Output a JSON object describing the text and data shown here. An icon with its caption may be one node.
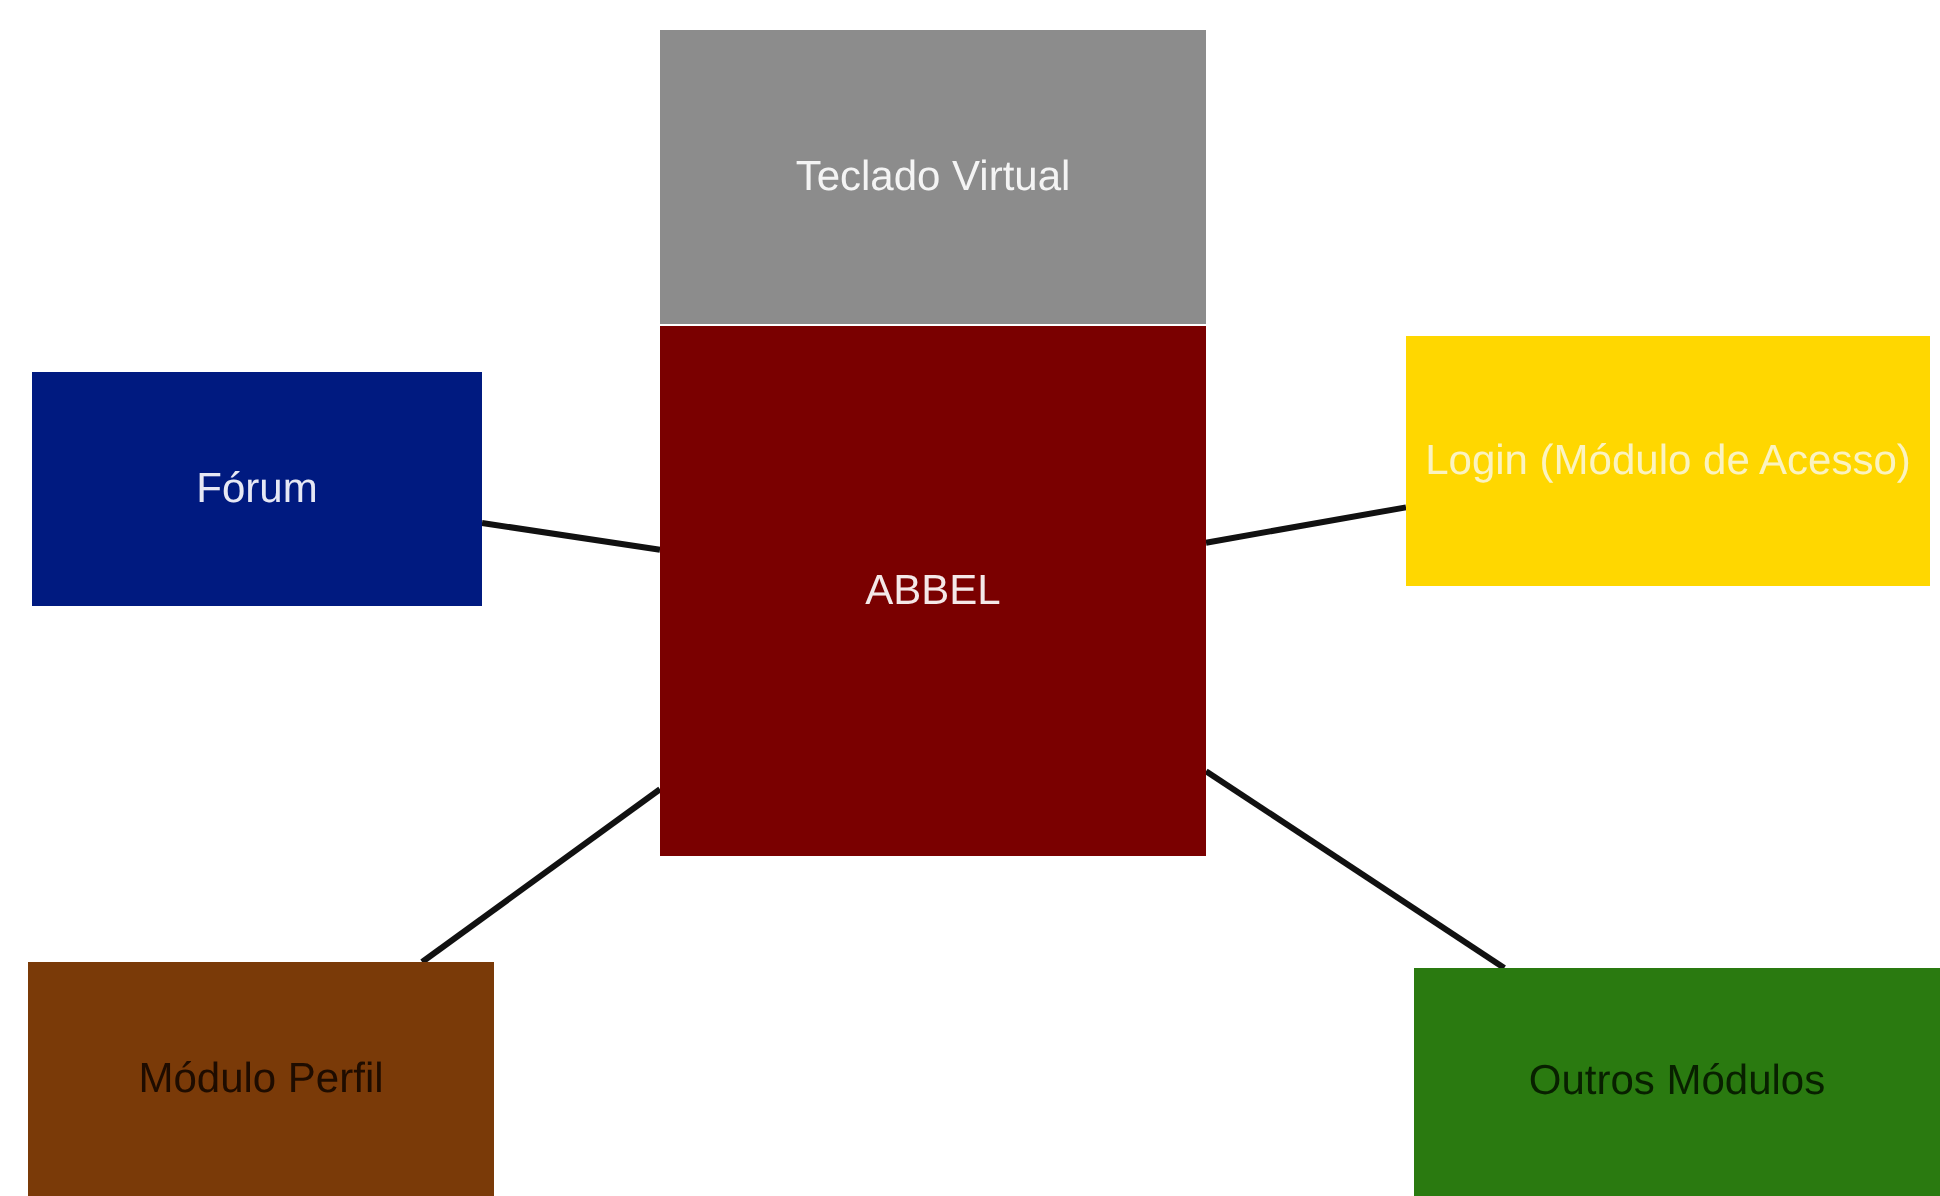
{
  "diagram": {
    "nodes": [
      {
        "text": [
          "Teclado Virtual"
        ]
      },
      {
        "text": [
          "ABBEL"
        ]
      },
      {
        "text": [
          "Fórum"
        ]
      },
      {
        "text": [
          "Login (Módulo de Acesso)"
        ]
      },
      {
        "text": [
          "Módulo Perfil"
        ]
      },
      {
        "text": [
          "Outros Módulos"
        ]
      }
    ],
    "edges": [
      {
        "from": 2,
        "to": 1,
        "arrow": "none"
      },
      {
        "from": 1,
        "to": 3,
        "arrow": "none"
      },
      {
        "from": 1,
        "to": 4,
        "arrow": "none"
      },
      {
        "from": 1,
        "to": 5,
        "arrow": "none"
      }
    ]
  }
}
